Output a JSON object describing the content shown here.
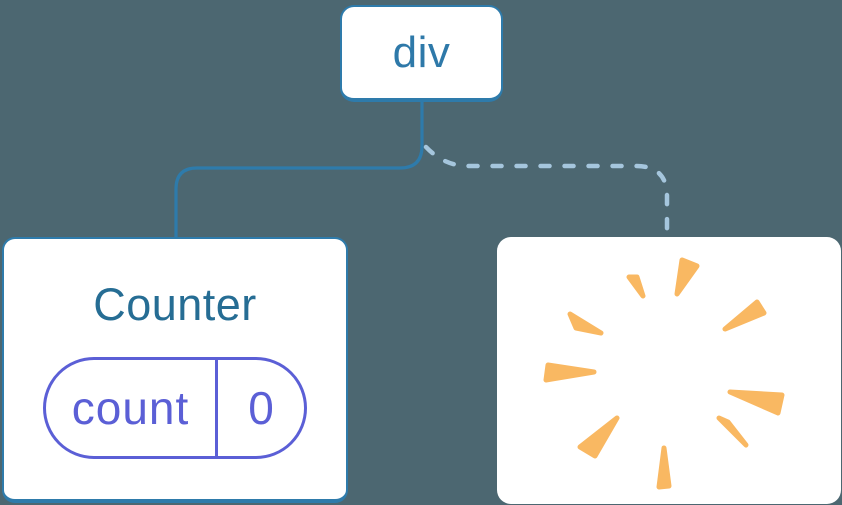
{
  "diagram": {
    "background_color": "#4c6771",
    "root_node": {
      "label": "div"
    },
    "counter_component": {
      "title": "Counter",
      "state": {
        "key": "count",
        "value": "0"
      }
    },
    "removed_component": {
      "icon": "poof-burst-icon",
      "meaning": "component removed"
    },
    "connectors": {
      "left_style": "solid",
      "right_style": "dashed"
    },
    "colors": {
      "node_blue": "#2e7bab",
      "title_teal": "#266d94",
      "state_purple": "#5b5fd6",
      "dashed_light_blue": "#a5c6dd",
      "poof_orange": "#f9b862",
      "card_white": "#ffffff"
    }
  }
}
